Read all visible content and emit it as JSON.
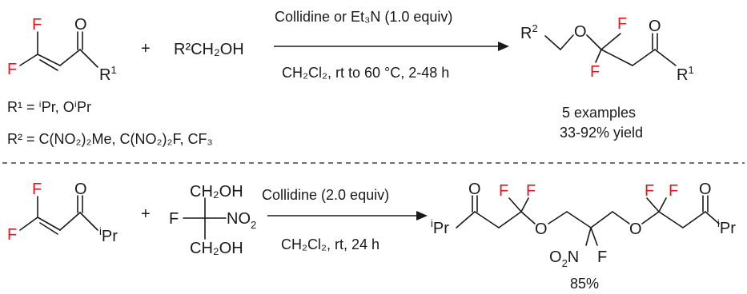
{
  "atoms": {
    "F": "F",
    "O": "O",
    "N": "N",
    "R1": "R",
    "R1_sup": "1",
    "R2": "R",
    "R2_sup": "2",
    "iPr_sup": "i",
    "iPr_main": "Pr",
    "NO2_main": "NO",
    "NO2_sub": "2",
    "O2N_a": "O",
    "O2N_sub": "2",
    "O2N_b": "N",
    "CH2OH": "CH₂OH",
    "plus": "+"
  },
  "reaction1": {
    "reagent_alcohol": "R²CH₂OH",
    "arrow_above": "Collidine or Et₃N (1.0 equiv)",
    "arrow_below": "CH₂Cl₂, rt to 60 °C, 2-48 h",
    "r1_line": "R¹ = ⁱPr, OⁱPr",
    "r2_line": "R² = C(NO₂)₂Me, C(NO₂)₂F, CF₃",
    "examples": "5 examples",
    "yield": "33-92% yield"
  },
  "reaction2": {
    "arrow_above": "Collidine (2.0 equiv)",
    "arrow_below": "CH₂Cl₂, rt, 24 h",
    "yield": "85%"
  }
}
